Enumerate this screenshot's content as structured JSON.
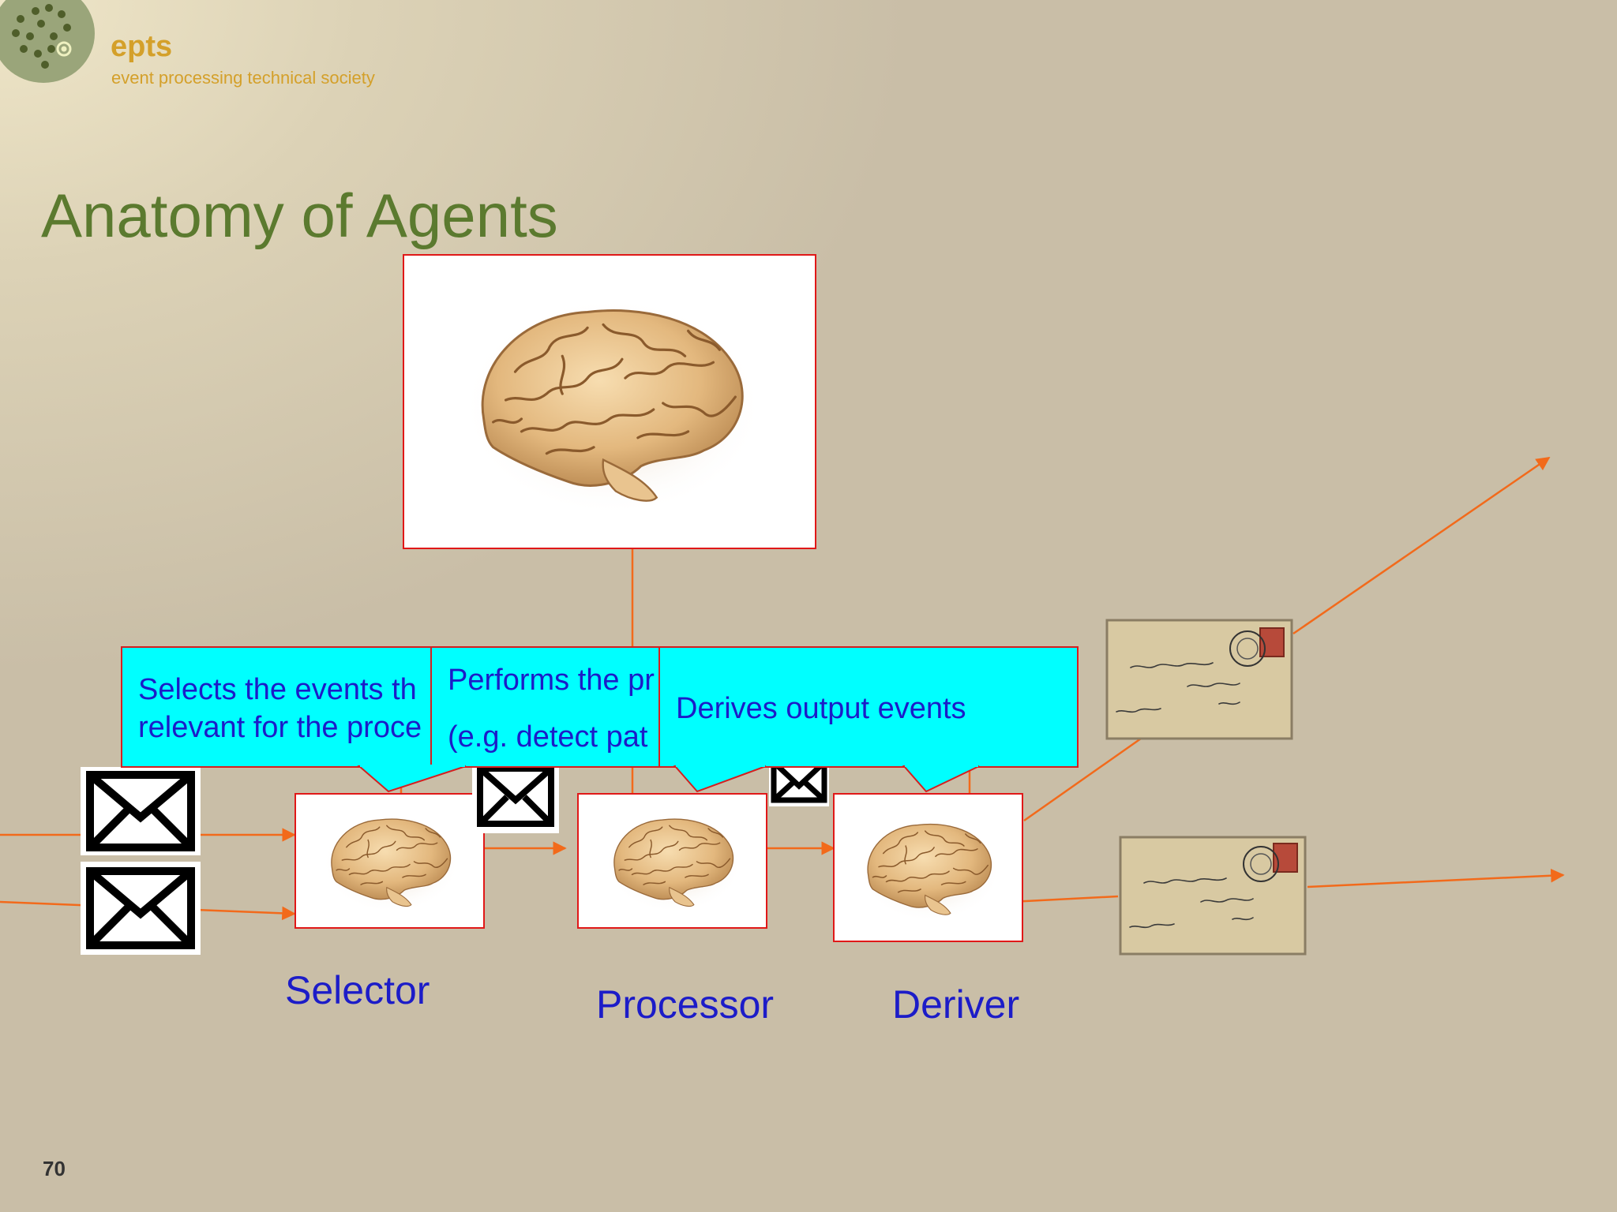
{
  "header": {
    "logo_name": "epts",
    "logo_tagline": "event processing technical society"
  },
  "slide": {
    "title": "Anatomy of Agents",
    "page_number": "70"
  },
  "callouts": {
    "selector": {
      "line1": "Selects the events th",
      "line2": "relevant for the proce"
    },
    "processor": {
      "line1": "Performs the pr",
      "line2": "(e.g. detect pat"
    },
    "deriver": {
      "line1": "Derives output events"
    }
  },
  "agents": {
    "selector": "Selector",
    "processor": "Processor",
    "deriver": "Deriver"
  },
  "colors": {
    "arrow": "#f26a1b",
    "box_border": "#e01818",
    "callout_fill": "#00ffff",
    "label_text": "#1c1cc8",
    "title_text": "#5b7a2f",
    "logo_text": "#d4a02a"
  },
  "icons": [
    "brain-image",
    "envelope-icon",
    "postal-letter-image",
    "logo-dots-icon"
  ]
}
